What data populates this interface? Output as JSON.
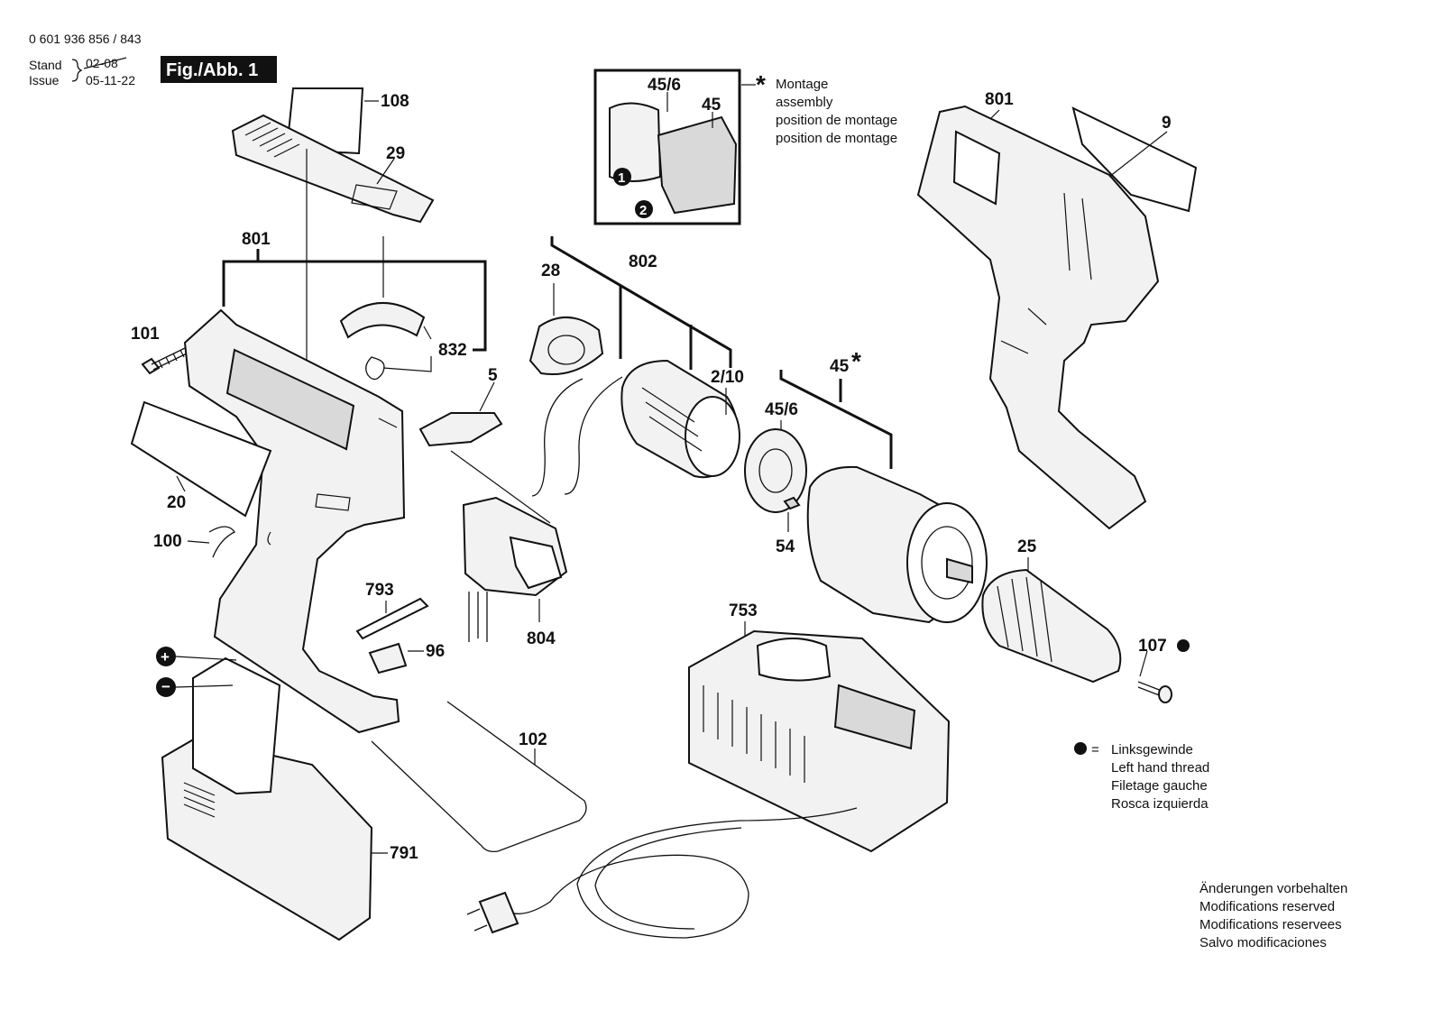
{
  "header": {
    "doc_number": "0 601 936 856 / 843",
    "stand_label": "Stand",
    "issue_label": "Issue",
    "stand_date": "02-08",
    "issue_date": "05-11-22",
    "figure_label": "Fig./Abb. 1"
  },
  "assembly_note": {
    "marker": "*",
    "lines": [
      "Montage",
      "assembly",
      "position de montage",
      "position de montage"
    ],
    "step_1": "1",
    "step_2": "2"
  },
  "legend": {
    "symbol": "=",
    "lines": [
      "Linksgewinde",
      "Left hand thread",
      "Filetage gauche",
      "Rosca izquierda"
    ]
  },
  "footer": {
    "lines": [
      "Änderungen vorbehalten",
      "Modifications reserved",
      "Modifications reservees",
      "Salvo modificaciones"
    ]
  },
  "part_labels": {
    "p108": "108",
    "p29": "29",
    "p801_left": "801",
    "p101": "101",
    "p832": "832",
    "p5": "5",
    "p20": "20",
    "p100": "100",
    "p793": "793",
    "p96": "96",
    "p804": "804",
    "p102": "102",
    "p791": "791",
    "p28": "28",
    "p802": "802",
    "p2_10": "2/10",
    "p45_6_inset": "45/6",
    "p45_inset": "45",
    "p45_6": "45/6",
    "p45": "45",
    "p54": "54",
    "p25": "25",
    "p107": "107",
    "p753": "753",
    "p801_right": "801",
    "p9": "9"
  },
  "markers": {
    "star": "*",
    "plus": "+",
    "minus": "−"
  },
  "colors": {
    "ink": "#111111",
    "paper": "#ffffff"
  }
}
